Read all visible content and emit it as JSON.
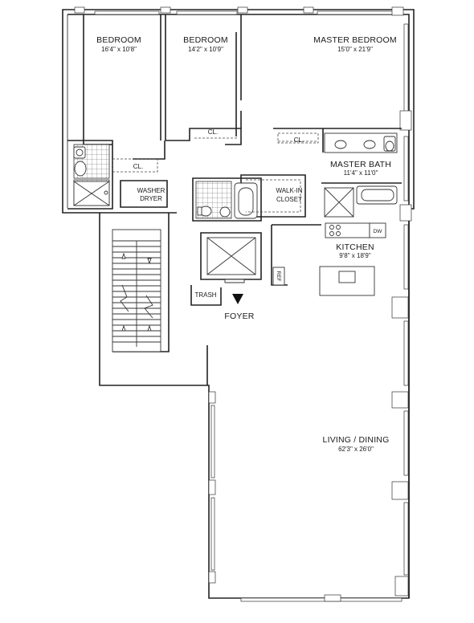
{
  "rooms": {
    "bedroom1": {
      "name": "BEDROOM",
      "dims": "16'4\" x 10'8\""
    },
    "bedroom2": {
      "name": "BEDROOM",
      "dims": "14'2\" x 10'9\""
    },
    "master_bedroom": {
      "name": "MASTER BEDROOM",
      "dims": "15'0\" x 21'9\""
    },
    "master_bath": {
      "name": "MASTER BATH",
      "dims": "11'4\" x 11'0\""
    },
    "kitchen": {
      "name": "KITCHEN",
      "dims": "9'8\" x 18'9\""
    },
    "living_dining": {
      "name": "LIVING / DINING",
      "dims": "62'3\" x 26'0\""
    },
    "walk_in_closet": {
      "line1": "WALK-IN",
      "line2": "CLOSET"
    },
    "washer_dryer": {
      "line1": "WASHER",
      "line2": "DRYER"
    },
    "foyer": {
      "name": "FOYER"
    },
    "trash": {
      "name": "TRASH"
    }
  },
  "closets": {
    "cl1": "CL.",
    "cl2": "CL.",
    "cl3": "CL."
  },
  "appliances": {
    "dishwasher": "DW",
    "refrigerator": "REF"
  },
  "colors": {
    "walls": "#222222",
    "background": "#ffffff"
  }
}
